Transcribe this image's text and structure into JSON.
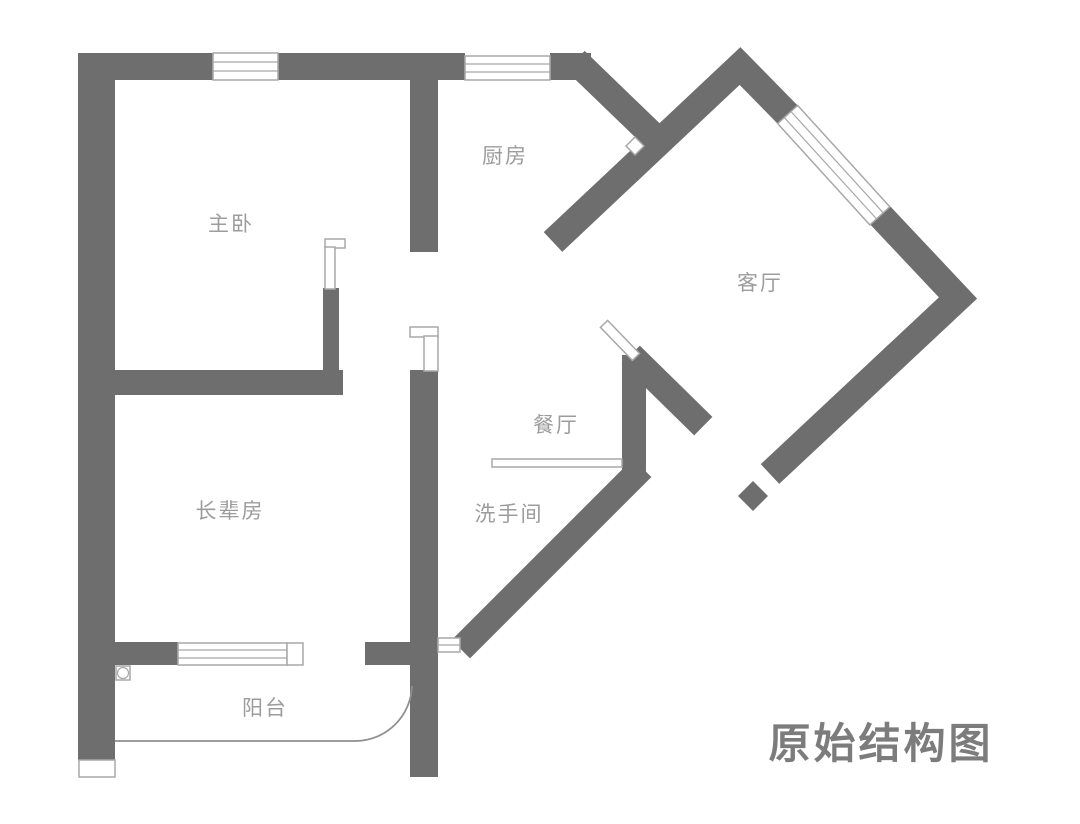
{
  "title": "原始结构图",
  "rooms": [
    {
      "id": "master-bedroom",
      "label": "主卧"
    },
    {
      "id": "kitchen",
      "label": "厨房"
    },
    {
      "id": "living-room",
      "label": "客厅"
    },
    {
      "id": "dining-room",
      "label": "餐厅"
    },
    {
      "id": "bathroom",
      "label": "洗手间"
    },
    {
      "id": "elder-room",
      "label": "长辈房"
    },
    {
      "id": "balcony",
      "label": "阳台"
    }
  ],
  "colors": {
    "wall": "#6e6e6e",
    "window_outline": "#a8a8a8",
    "door_arc": "#8f8f8f",
    "room_label": "#9c9c9c",
    "title": "#7c7c7c",
    "background": "#ffffff"
  }
}
